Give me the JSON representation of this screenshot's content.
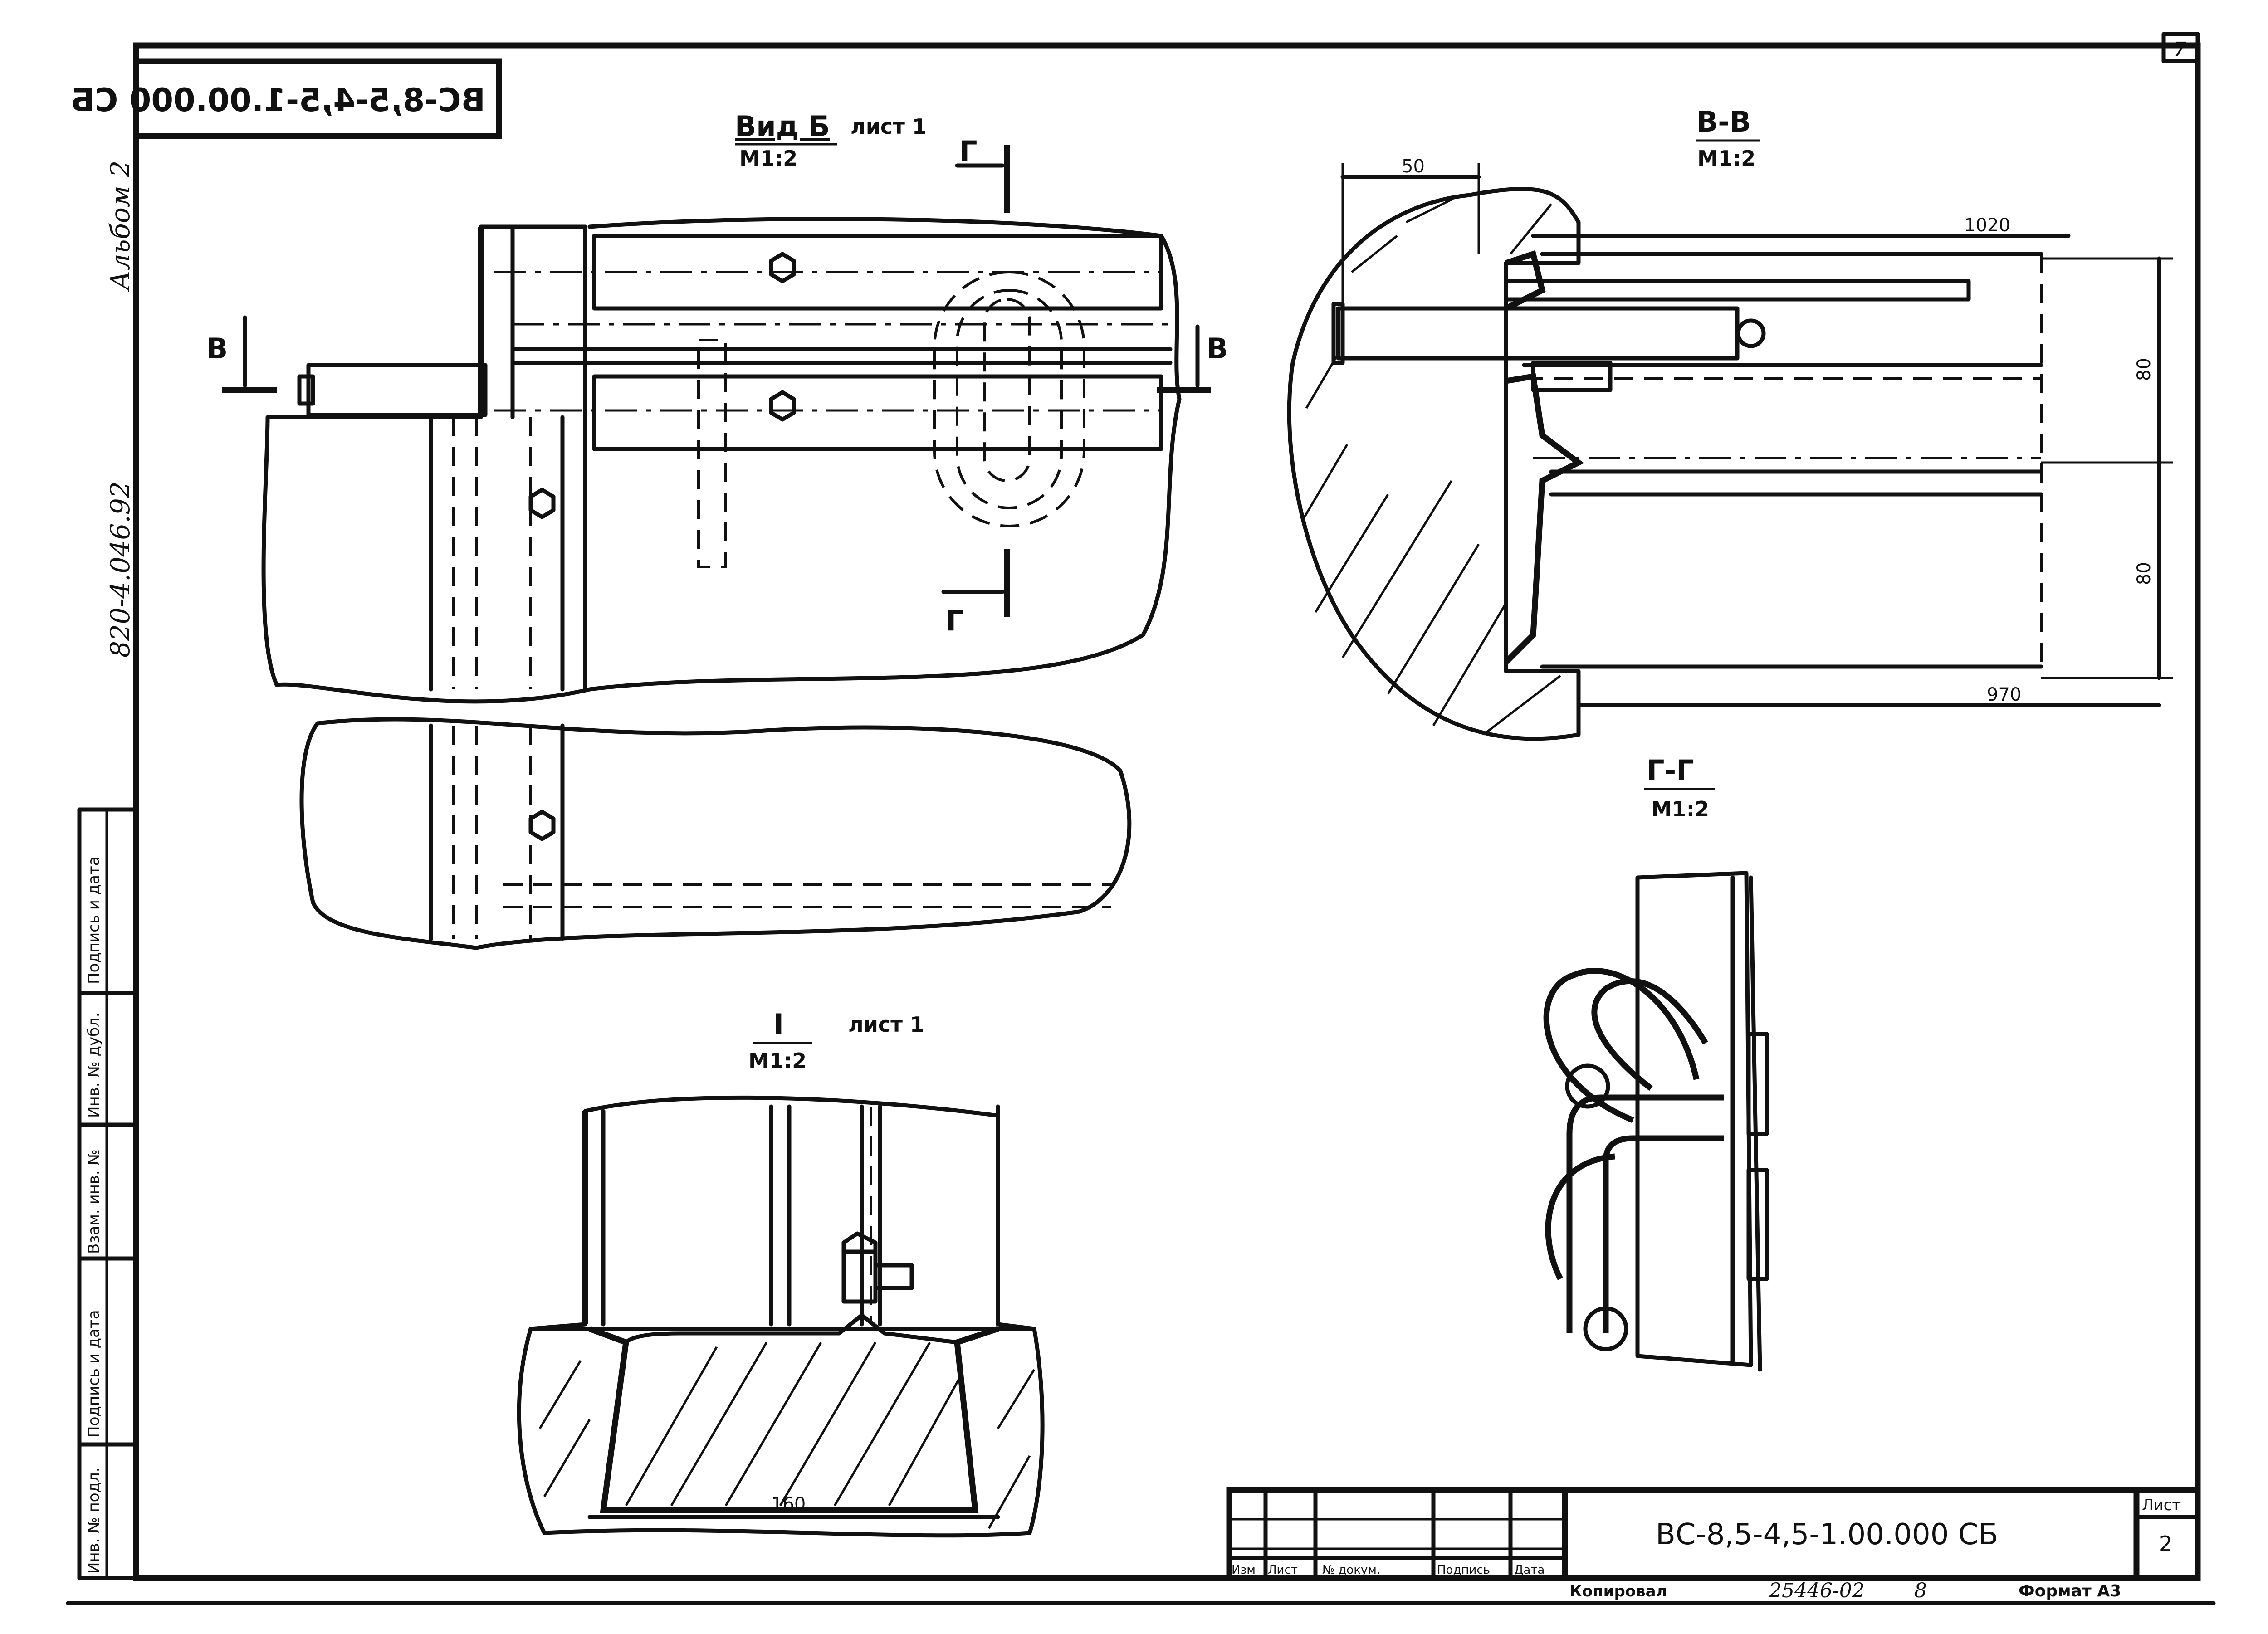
{
  "drawing": {
    "code": "ВС-8,5-4,5-1.00.000 СБ",
    "code_mirrored": "ВС-8,5-4,5-1.00.000 СБ",
    "sheet_corner_number": "7",
    "album_label": "Альбом 2",
    "album_number": "820-4.046.92"
  },
  "views": {
    "view_b": {
      "title": "Вид Б",
      "sheet_ref": "лист 1",
      "scale": "М1:2",
      "section_mark": "В",
      "cut_mark": "Г"
    },
    "section_vv": {
      "title": "В-В",
      "scale": "М1:2",
      "dims": [
        "50",
        "1020",
        "80",
        "80",
        "970"
      ]
    },
    "section_gg": {
      "title": "Г-Г",
      "scale": "М1:2"
    },
    "node_i": {
      "title": "I",
      "sheet_ref": "лист 1",
      "scale": "М1:2",
      "dims": [
        "160"
      ]
    }
  },
  "side_stamp": {
    "fields": [
      "Подпись и дата",
      "Инв. № дубл.",
      "Взам. инв. №",
      "Подпись и дата",
      "Инв. № подл."
    ]
  },
  "title_block": {
    "columns": [
      "Изм",
      "Лист",
      "№ докум.",
      "Подпись",
      "Дата"
    ],
    "designation": "ВС-8,5-4,5-1.00.000 СБ",
    "sheet_label": "Лист",
    "sheet_number": "2",
    "copied_label": "Копировал",
    "copied_value": "25446-02",
    "copied_sheet": "8",
    "format_label": "Формат А3"
  }
}
